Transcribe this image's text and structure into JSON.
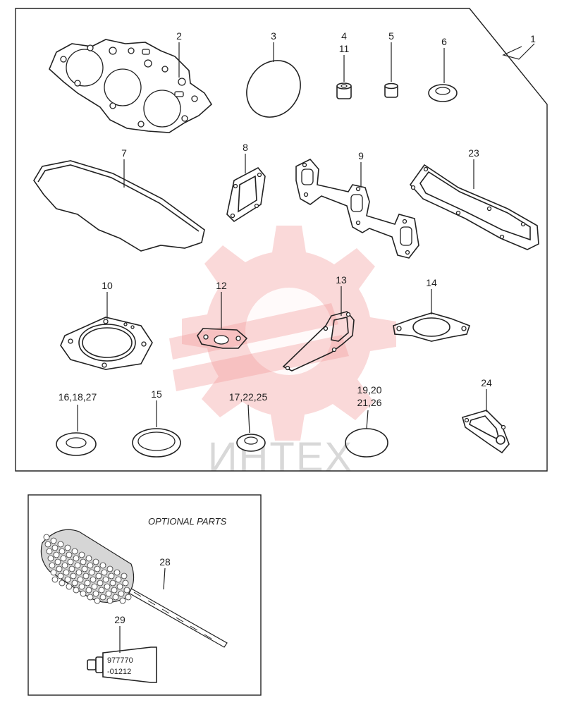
{
  "watermark": {
    "text": "ИНТЕХ"
  },
  "callouts": {
    "assembly": "1",
    "head_gasket": "2",
    "o_ring": "3",
    "valve_seal_top": "4",
    "valve_seal_bottom": "11",
    "seal_5": "5",
    "washer_6": "6",
    "cover_gasket": "7",
    "gasket_8": "8",
    "exhaust_gasket": "9",
    "gasket_10": "10",
    "gasket_12": "12",
    "gasket_13": "13",
    "gasket_14": "14",
    "washer_15": "15",
    "washers_16": "16,18,27",
    "washers_17": "17,22,25",
    "orings_19_top": "19,20",
    "orings_19_bottom": "21,26",
    "intake_gasket": "23",
    "gasket_24": "24",
    "brush": "28",
    "sealant": "29"
  },
  "optional": {
    "title": "OPTIONAL PARTS",
    "tube_line1": "977770",
    "tube_line2": "-01212"
  },
  "colors": {
    "line": "#222222",
    "watermark": "#f19a9a"
  }
}
